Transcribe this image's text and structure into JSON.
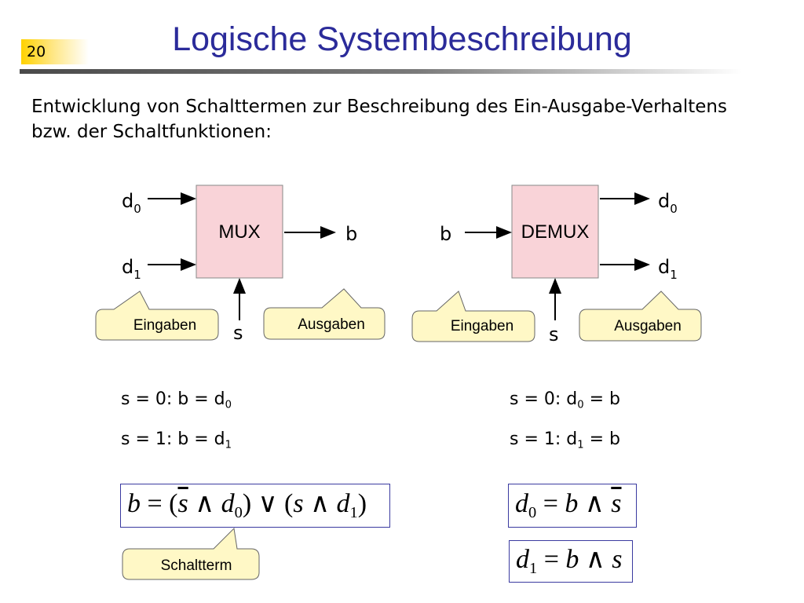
{
  "slide": {
    "page_number": "20",
    "title": "Logische Systembeschreibung"
  },
  "intro": "Entwicklung von Schalttermen zur Beschreibung des Ein-Ausgabe-Verhaltens bzw. der Schaltfunktionen:",
  "mux": {
    "label": "MUX",
    "inputs": [
      {
        "name": "d",
        "sub": "0"
      },
      {
        "name": "d",
        "sub": "1"
      }
    ],
    "output": "b",
    "select": "s",
    "callout_inputs": "Eingaben",
    "callout_outputs": "Ausgaben",
    "equations": [
      {
        "prefix": "s = 0: b = d",
        "sub": "0"
      },
      {
        "prefix": "s = 1: b = d",
        "sub": "1"
      }
    ]
  },
  "demux": {
    "label": "DEMUX",
    "input": "b",
    "outputs": [
      {
        "name": "d",
        "sub": "0"
      },
      {
        "name": "d",
        "sub": "1"
      }
    ],
    "select": "s",
    "callout_inputs": "Eingaben",
    "callout_outputs": "Ausgaben",
    "equations": [
      {
        "prefix": "s = 0: d",
        "sub": "0",
        "suffix": " = b"
      },
      {
        "prefix": "s = 1: d",
        "sub": "1",
        "suffix": " = b"
      }
    ]
  },
  "schaltterm_label": "Schaltterm",
  "colors": {
    "title": "#2b2b9a",
    "box_fill": "#f9d3d8",
    "callout_fill": "#fff8c6",
    "formula_border": "#3a3aa0"
  }
}
